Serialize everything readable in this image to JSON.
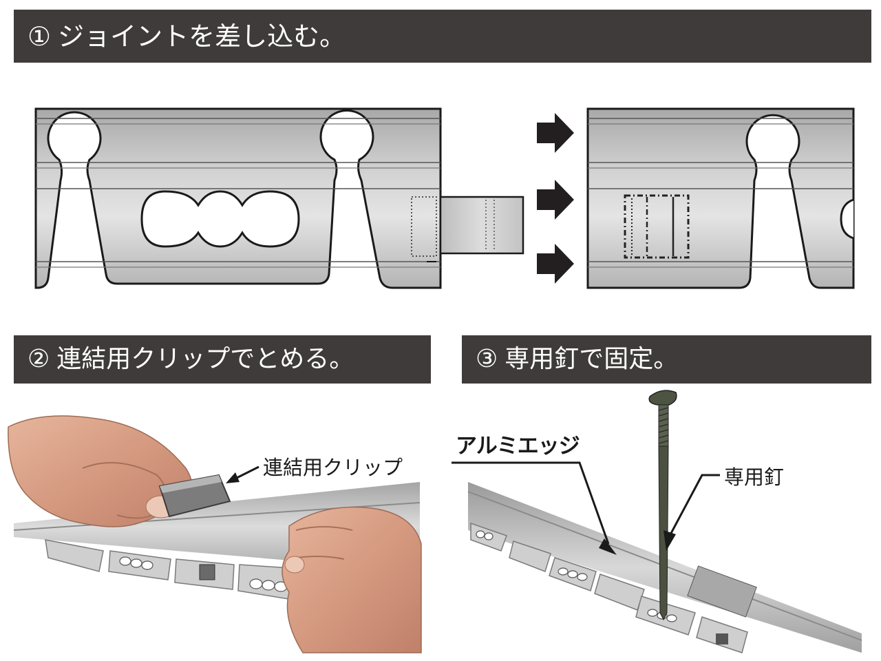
{
  "steps": [
    {
      "number": "①",
      "text": "ジョイントを差し込む。"
    },
    {
      "number": "②",
      "text": "連結用クリップでとめる。"
    },
    {
      "number": "③",
      "text": "専用釘で固定。"
    }
  ],
  "labels": {
    "clip": "連結用クリップ",
    "edge": "アルミエッジ",
    "nail": "専用釘"
  },
  "colors": {
    "header_bg": "#3f3b3a",
    "header_text": "#ffffff",
    "metal": "#c8c8c8",
    "arrow": "#231f20"
  }
}
